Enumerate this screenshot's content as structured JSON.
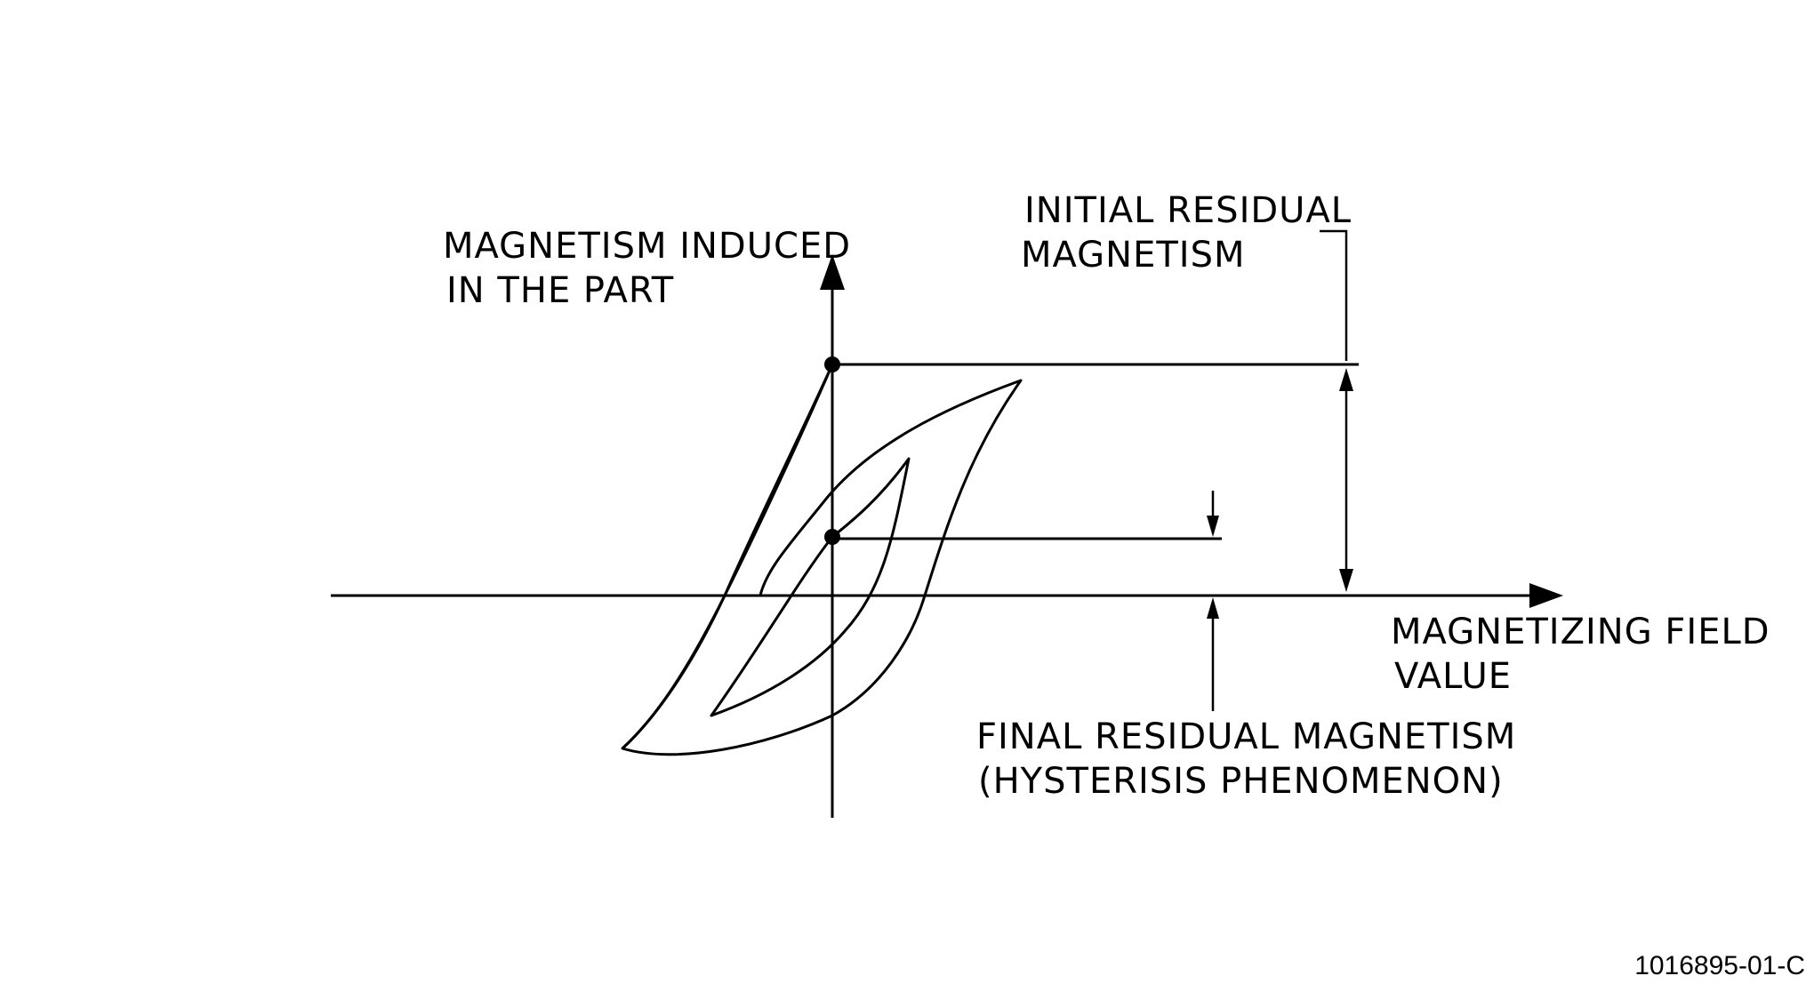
{
  "labels": {
    "y_axis": [
      "MAGNETISM INDUCED",
      "IN THE PART"
    ],
    "x_axis": [
      "MAGNETIZING FIELD",
      "VALUE"
    ],
    "initial_residual": [
      "INITIAL RESIDUAL",
      "MAGNETISM"
    ],
    "final_residual": [
      "FINAL RESIDUAL MAGNETISM",
      "(HYSTERISIS PHENOMENON)"
    ]
  },
  "figure_number": "1016895-01-C",
  "colors": {
    "ink": "#000000",
    "background": "#ffffff"
  }
}
